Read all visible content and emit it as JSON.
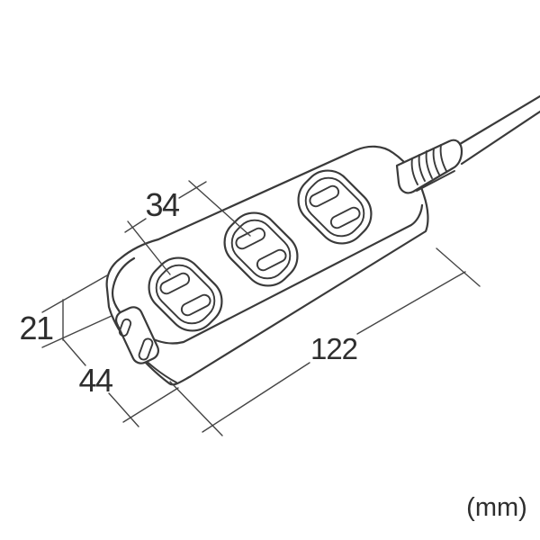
{
  "figure": {
    "subject": "three-outlet-power-strip-with-cord",
    "style": "technical-dimension-line-drawing"
  },
  "dimensions": {
    "outlet_pitch_mm": "34",
    "height_mm": "21",
    "depth_mm": "44",
    "length_mm": "122"
  },
  "unit_label": "(mm)",
  "colors": {
    "line": "#3a3a3a",
    "dimension_line": "#454545",
    "text": "#2e2e2e",
    "background": "#ffffff"
  }
}
